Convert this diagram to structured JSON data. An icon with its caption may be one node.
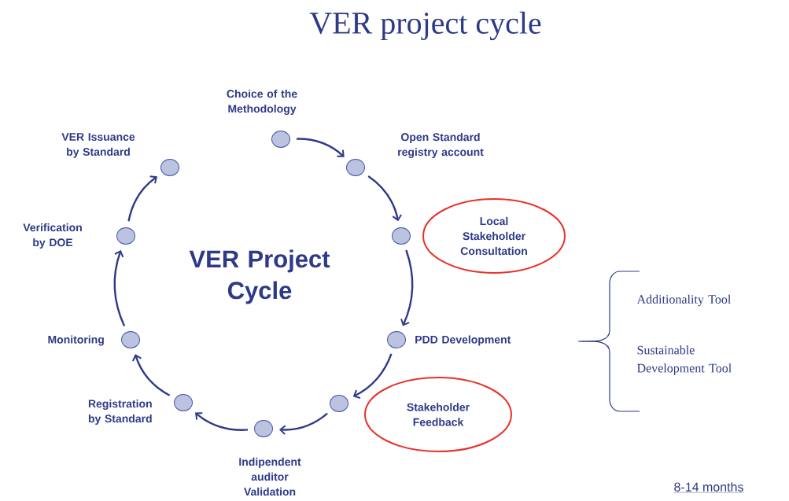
{
  "diagram": {
    "title": "VER project cycle",
    "nodes": [
      {
        "text": [],
        "shape": "circle",
        "beside": [
          "Choice of the Methodology"
        ]
      },
      {
        "text": [],
        "shape": "circle",
        "beside": [
          "Open Standard registry account"
        ]
      },
      {
        "text": [],
        "shape": "circle"
      },
      {
        "text": [
          "Local Stakeholder Consultation"
        ]
      },
      {
        "text": [],
        "shape": "circle",
        "beside": [
          "PDD Development"
        ]
      },
      {
        "text": [],
        "shape": "circle"
      },
      {
        "text": [
          "Stakeholder Feedback"
        ]
      },
      {
        "text": [],
        "shape": "circle",
        "beside": [
          "Indipendent auditor Validation"
        ]
      },
      {
        "text": [],
        "shape": "circle",
        "beside": [
          "Registration by Standard"
        ]
      },
      {
        "text": [],
        "shape": "circle",
        "beside": [
          "Monitoring"
        ]
      },
      {
        "text": [],
        "shape": "circle",
        "beside": [
          "Verification by DOE"
        ]
      },
      {
        "text": [],
        "shape": "circle",
        "beside": [
          "VER Issuance by Standard"
        ]
      }
    ],
    "edges": [
      {
        "from": 0,
        "to": 1,
        "arrow": "to"
      },
      {
        "from": 1,
        "to": 2,
        "arrow": "to"
      },
      {
        "from": 2,
        "to": 4,
        "arrow": "to"
      },
      {
        "from": 4,
        "to": 5,
        "arrow": "to"
      },
      {
        "from": 5,
        "to": 7,
        "arrow": "to"
      },
      {
        "from": 7,
        "to": 8,
        "arrow": "to"
      },
      {
        "from": 8,
        "to": 9,
        "arrow": "to"
      },
      {
        "from": 9,
        "to": 10,
        "arrow": "to"
      },
      {
        "from": 10,
        "to": 11,
        "arrow": "to"
      }
    ],
    "labels": [
      "VER Project Cycle",
      "Additionality Tool",
      "Sustainable Development Tool",
      "8-14 months"
    ]
  }
}
